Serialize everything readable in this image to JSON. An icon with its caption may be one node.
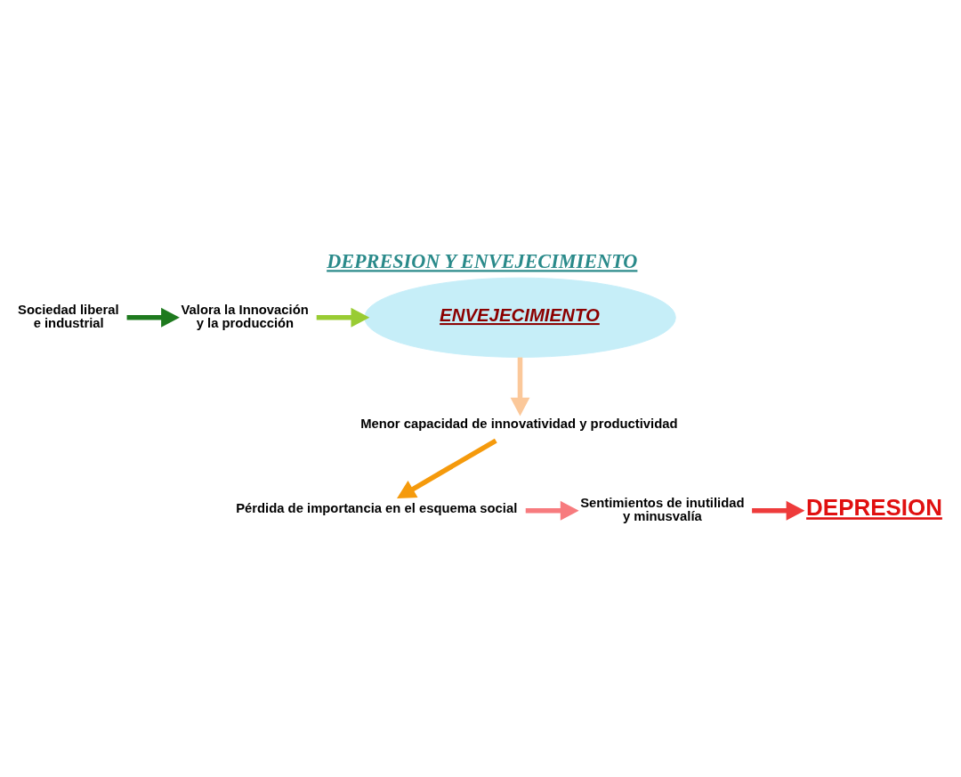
{
  "diagram": {
    "title": "DEPRESION Y ENVEJECIMIENTO",
    "nodes": [
      {
        "text": [
          "Sociedad liberal e industrial"
        ]
      },
      {
        "text": [
          "Valora la Innovación y la producción"
        ]
      },
      {
        "text": [
          "ENVEJECIMIENTO"
        ]
      },
      {
        "text": [
          "Menor capacidad de innovatividad y productividad"
        ]
      },
      {
        "text": [
          "Pérdida de importancia en el esquema social"
        ]
      },
      {
        "text": [
          "Sentimientos de inutilidad y minusvalía"
        ]
      },
      {
        "text": [
          "DEPRESION"
        ]
      }
    ],
    "edges": [
      {
        "from": 0,
        "to": 1,
        "arrow": "to",
        "color": "#1e7a1e"
      },
      {
        "from": 1,
        "to": 2,
        "arrow": "to",
        "color": "#99cc33"
      },
      {
        "from": 2,
        "to": 3,
        "arrow": "to",
        "color": "#fbc89a"
      },
      {
        "from": 3,
        "to": 4,
        "arrow": "to",
        "color": "#f59a0c"
      },
      {
        "from": 4,
        "to": 5,
        "arrow": "to",
        "color": "#f77b7e"
      },
      {
        "from": 5,
        "to": 6,
        "arrow": "to",
        "color": "#ee3b3b"
      }
    ]
  }
}
